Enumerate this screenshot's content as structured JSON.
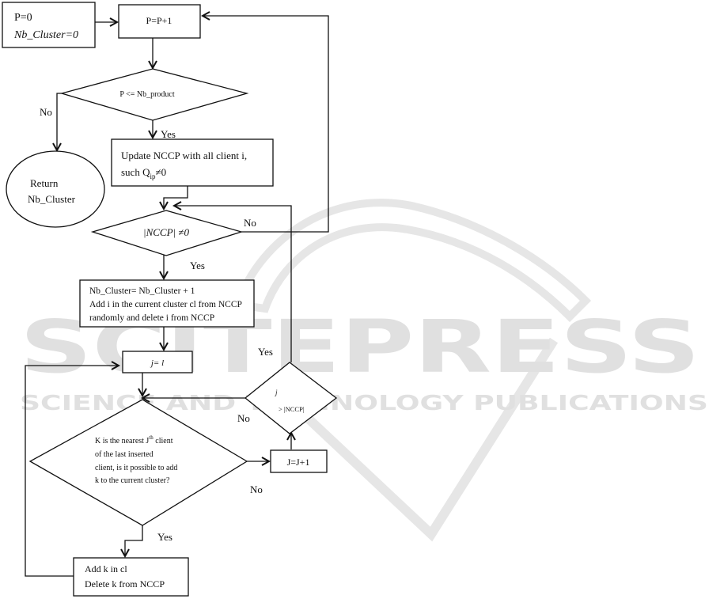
{
  "nodes": {
    "init": {
      "line1": "P=0",
      "line2": "Nb_Cluster=0"
    },
    "increment_p": {
      "label": "P=P+1"
    },
    "check_p": {
      "label": "P <= Nb_product"
    },
    "return_cluster": {
      "line1": "Return",
      "line2": "Nb_Cluster"
    },
    "update_nccp": {
      "line1": "Update NCCP with all client i,",
      "line2": "such Q",
      "sub": "ip",
      "line2b": "≠0"
    },
    "check_nccp": {
      "label": "|NCCP| ≠0"
    },
    "new_cluster": {
      "line1": "Nb_Cluster= Nb_Cluster + 1",
      "line2": "Add i in   the current cluster cl from NCCP",
      "line3": "randomly and delete i from NCCP"
    },
    "set_j": {
      "label": "j= l"
    },
    "check_k": {
      "line1": "K is the nearest  J",
      "sup": "th",
      "line1b": " client",
      "line2": "of the last inserted",
      "line3": "client, is it possible to add",
      "line4": "k to the current cluster?"
    },
    "increment_j": {
      "label": "J=J+1"
    },
    "check_j": {
      "line1": "j",
      "line2": "> |NCCP|"
    },
    "add_k": {
      "line1": "Add k in cl",
      "line2": "Delete k from NCCP"
    }
  },
  "edge_labels": {
    "p_no": "No",
    "p_yes": "Yes",
    "nccp_no": "No",
    "nccp_yes": "Yes",
    "j_yes": "Yes",
    "j_no": "No",
    "k_no": "No",
    "k_yes": "Yes"
  },
  "watermark": {
    "brand": "SCITEPRESS",
    "tagline": "SCIENCE AND TECHNOLOGY PUBLICATIONS"
  }
}
